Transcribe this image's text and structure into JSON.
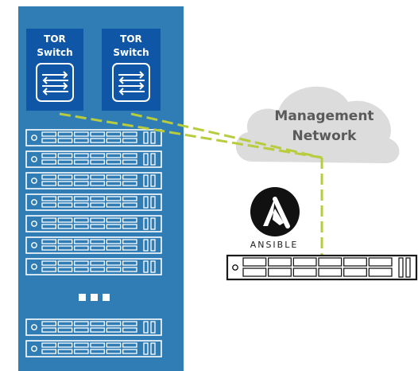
{
  "diagram": {
    "tor_switches": [
      {
        "line1": "TOR",
        "line2": "Switch"
      },
      {
        "line1": "TOR",
        "line2": "Switch"
      }
    ],
    "rack_server_count_top": 7,
    "rack_server_count_bottom": 2,
    "ellipsis": "▪▪▪",
    "cloud": {
      "line1": "Management",
      "line2": "Network"
    },
    "ansible": {
      "label": "ANSIBLE",
      "logo_letter": "A"
    },
    "colors": {
      "rack_blue": "#2f7db4",
      "switch_blue": "#0f57a6",
      "server_outline": "#ffffff",
      "cloud_fill": "#dcdcdc",
      "link_green": "#b8cc3d",
      "external_server_outline": "#1a1a1a"
    },
    "icons": {
      "switch_icon": "switch-arrows-icon",
      "ansible_icon": "ansible-logo-icon",
      "cloud_icon": "cloud-icon"
    }
  }
}
